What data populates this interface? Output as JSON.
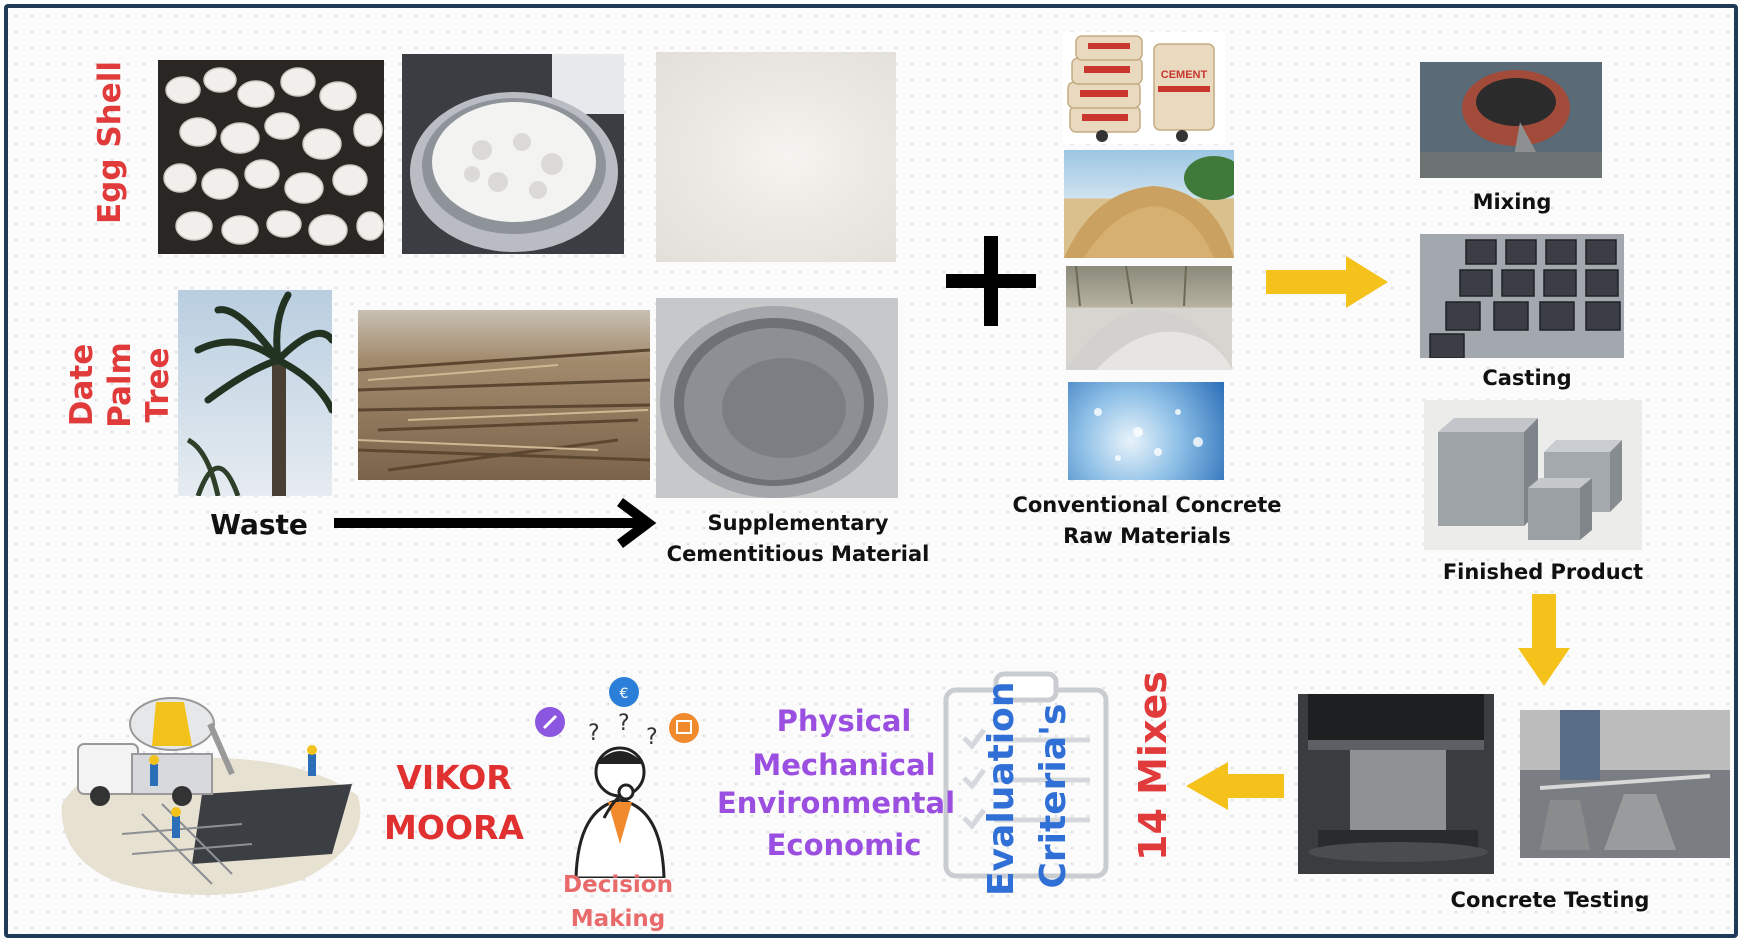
{
  "materials": {
    "egg_shell": "Egg Shell",
    "date_palm_tree": "Date Palm Tree"
  },
  "flow": {
    "waste": "Waste",
    "scm": "Supplementary Cementitious Material",
    "raw_materials": "Conventional Concrete Raw Materials"
  },
  "production": {
    "mixing": "Mixing",
    "casting": "Casting",
    "finished_product": "Finished Product",
    "concrete_testing": "Concrete Testing"
  },
  "evaluation": {
    "mixes": "14 Mixes",
    "evaluation_criteria": "Evaluation Criteria's",
    "criteria": [
      "Physical",
      "Mechanical",
      "Environmental",
      "Economic"
    ]
  },
  "decision": {
    "methods": [
      "VIKOR",
      "MOORA"
    ],
    "label": "Decision Making"
  },
  "cement_bag_text": "CEMENT",
  "colors": {
    "border": "#1f3b57",
    "arrow_yellow": "#f5c21b",
    "red_text": "#e03a3a",
    "purple_text": "#9b4fe0",
    "blue_text": "#2f6fd6"
  }
}
